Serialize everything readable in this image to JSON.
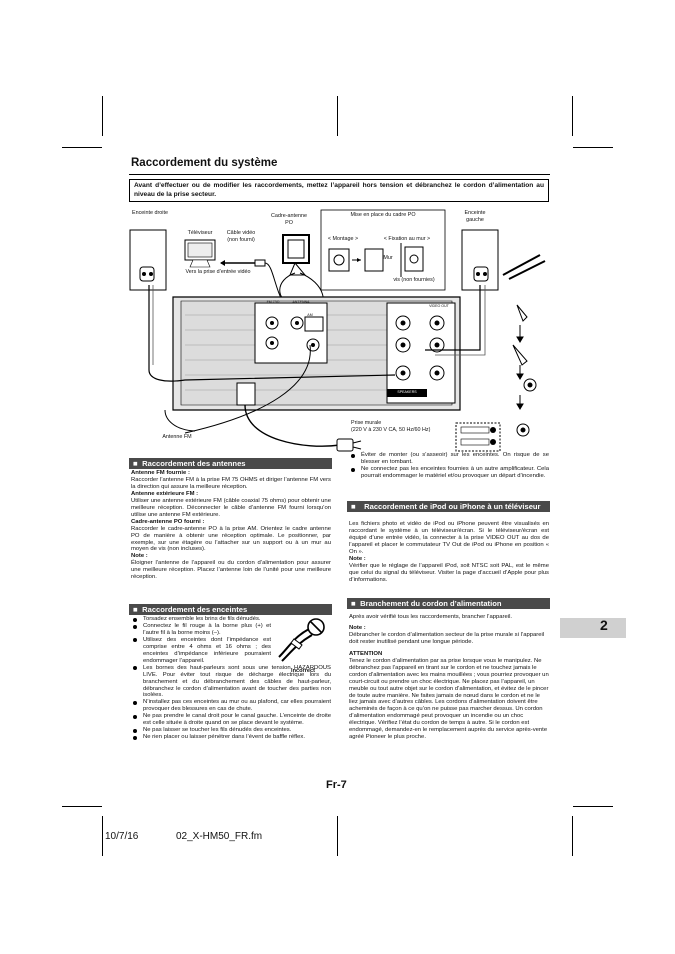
{
  "section_title": "Raccordement du système",
  "warning": "Avant d’effectuer ou de modifier les raccordements, mettez l’appareil hors tension et débranchez le cordon d’alimentation au niveau de la prise secteur.",
  "diagram": {
    "speaker_right": "Enceinte droite",
    "tv": "Téléviseur",
    "video_cable": "Câble vidéo (non fourni)",
    "am_loop": "Cadre-antenne PO",
    "am_setup_title": "Mise en place du cadre PO",
    "assembly": "< Montage >",
    "wall_fix": "< Fixation au mur >",
    "wall": "Mur",
    "screws": "vis (non fournies)",
    "speaker_left": "Enceinte gauche",
    "video_input": "Vers la prise d’entrée vidéo",
    "fm_antenna": "Antenne FM",
    "outlet": "Prise murale",
    "outlet_spec": "(220 V à 230 V CA, 50 Hz/60 Hz)",
    "panel_labels": [
      "FM 75Ω",
      "AM",
      "ANTENNA",
      "SPEAKERS",
      "VIDEO OUT"
    ]
  },
  "left_col": {
    "antennas_head": "Raccordement des antennes",
    "fm_head": "Antenne FM fournie :",
    "fm_text": "Raccorder l’antenne FM à la prise FM 75 OHMS et diriger l’antenne FM vers la direction qui assure la meilleure réception.",
    "ext_head": "Antenne extérieure FM :",
    "ext_text": "Utiliser une antenne extérieure FM (câble coaxial 75 ohms) pour obtenir une meilleure réception. Déconnecter le câble d’antenne FM fourni lorsqu’on utilise une antenne FM extérieure.",
    "am_head": "Cadre-antenne PO fourni :",
    "am_text": "Raccorder le cadre-antenne PO à la prise AM. Orientez le cadre antenne PO de manière à obtenir une réception optimale. Le positionner, par exemple, sur une étagère ou l’attacher sur un support ou à un mur au moyen de vis (non incluses).",
    "note_head": "Note :",
    "note_text": "Éloigner l’antenne de l’appareil ou du cordon d’alimentation pour assurer une meilleure réception. Placez l’antenne loin de l’unité pour une meilleure réception.",
    "speakers_head": "Raccordement des enceintes",
    "speaker_bullets": [
      "Torsadez ensemble les brins de fils dénudés.",
      "Connectez le fil rouge à la borne plus (+) et l’autre fil à la borne moins (–).",
      "Utilisez des enceintes dont l’impédance est comprise entre 4 ohms et 16 ohms ; des enceintes d’impédance inférieure pourraient endommager l’appareil.",
      "Les bornes des haut-parleurs sont sous une tension HAZARDOUS LIVE. Pour éviter tout risque de décharge électrique lors du branchement et du débranchement des câbles de haut-parleur, débranchez le cordon d’alimentation avant de toucher des parties non isolées.",
      "N’installez pas ces enceintes au mur ou au plafond, car elles pourraient provoquer des blessures en cas de chute.",
      "Ne pas prendre le canal droit pour le canal gauche. L’enceinte de droite est celle située à droite quand on se place devant le système.",
      "Ne pas laisser se toucher les fils dénudés des enceintes.",
      "Ne rien placer ou laisser pénétrer dans l’évent de baffle réflex."
    ],
    "incorrect": "Incorrect"
  },
  "right_col": {
    "bullets": [
      "Éviter de monter (ou s’asseoir) sur les enceintes. On risque de se blesser en tombant.",
      "Ne connectez pas les enceintes fournies à un autre amplificateur. Cela pourrait endommager le matériel et/ou provoquer un départ d’incendie."
    ],
    "ipod_head": "Raccordement de iPod ou iPhone à un téléviseur",
    "ipod_text": "Les fichiers photo et vidéo de iPod ou iPhone peuvent être visualisés en raccordant le système à un téléviseur/écran. Si le téléviseur/écran est équipé d’une entrée vidéo, la connecter à la prise VIDEO OUT au dos de l’appareil et placer le commutateur TV Out de iPod ou iPhone en position « On ».",
    "ipod_note_head": "Note :",
    "ipod_note": "Vérifier que le réglage de l’appareil iPod, soit NTSC soit PAL, est le même que celui du signal du téléviseur. Visiter la page d’accueil d’Apple pour plus d’informations.",
    "power_head": "Branchement du cordon d’alimentation",
    "power_text": "Après avoir vérifié tous les raccordements, brancher l’appareil.",
    "power_note_head": "Note :",
    "power_note": "Débrancher le cordon d’alimentation secteur de la prise murale si l’appareil doit rester inutilisé pendant une longue période.",
    "attention_head": "ATTENTION",
    "attention_text": "Tenez le cordon d’alimentation par sa prise lorsque vous le manipulez. Ne débranchez pas l’appareil en tirant sur le cordon et ne touchez jamais le cordon d’alimentation avec les mains mouillées ; vous pourriez provoquer un court-circuit ou prendre un choc électrique. Ne placez pas l’appareil, un meuble ou tout autre objet sur le cordon d’alimentation, et évitez de le pincer de toute autre manière. Ne faites jamais de nœud dans le cordon et ne le liez jamais avec d’autres câbles. Les cordons d’alimentation doivent être acheminés de façon à ce qu’on ne puisse pas marcher dessus. Un cordon d’alimentation endommagé peut provoquer un incendie ou un choc électrique. Vérifiez l’état du cordon de temps à autre. Si le cordon est endommagé, demandez-en le remplacement auprès du service après-vente agréé Pioneer le plus proche."
  },
  "page_number": "Fr-7",
  "chapter_tab": "2",
  "footer": {
    "date": "10/7/16",
    "file": "02_X-HM50_FR.fm"
  }
}
